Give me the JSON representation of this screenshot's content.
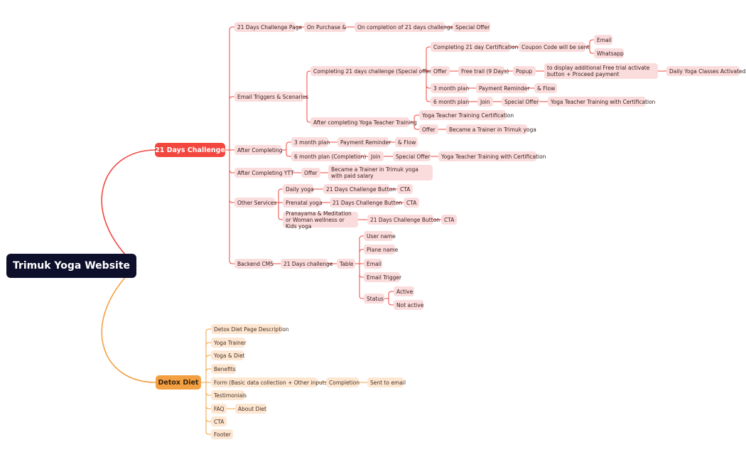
{
  "root": "Trimuk Yoga Website",
  "branch_challenge": "21 Days Challenge",
  "branch_detox": "Detox Diet",
  "n": {
    "c1": "21 Days Challenge Page",
    "c2": "On Purchase &",
    "c3": "On completion of 21 days challenge",
    "c4": "Special Offer",
    "e0": "Email Triggers & Scenarios",
    "e1": "Completing 21 days challenge (Special offer)",
    "e2": "Completing 21 day Certification",
    "e3": "Coupon Code will be sent",
    "e4": "Email",
    "e5": "Whatsapp",
    "e6": "Offer",
    "e7": "Free trail (9 Days)",
    "e8": "Popup",
    "e9": "to display additional Free trial activate button + Proceed payment",
    "e10": "Daily Yoga Classes Activated",
    "e11": "3 month plan",
    "e12": "Payment Reminder",
    "e13": "& Flow",
    "e14": "6 month plan",
    "e15": "Join",
    "e16": "Special Offer",
    "e17": "Yoga Teacher Training with Certification",
    "e18": "After completing Yoga Teacher Training",
    "e19": "Yoga Teacher Training Certification",
    "e20": "Offer",
    "e21": "Became a Trainer in Trimuk yoga",
    "a0": "After Completing",
    "a1": "3 month plan",
    "a2": "Payment Reminder",
    "a3": "& Flow",
    "a4": "6 month plan (Completion)",
    "a5": "Join",
    "a6": "Special Offer",
    "a7": "Yoga Teacher Training with Certification",
    "y0": "After Completing YTT",
    "y1": "Offer",
    "y2": "Became a Trainer in Trimuk yoga with paid salary",
    "s0": "Other Services",
    "s1": "Daily yoga",
    "s2": "21 Days Challenge Button",
    "s3": "CTA",
    "s4": "Prenatal yoga",
    "s5": "21 Days Challenge Button",
    "s6": "CTA",
    "s7": "Pranayama & Meditation or Woman wellness or Kids yoga",
    "s8": "21 Days Challenge Button",
    "s9": "CTA",
    "b0": "Backend CMS",
    "b1": "21 Days challenge",
    "b2": "Table",
    "b3": "User name",
    "b4": "Plane name",
    "b5": "Email",
    "b6": "Email Trigger",
    "b7": "Status",
    "b8": "Active",
    "b9": "Not active",
    "d1": "Detox Diet Page Description",
    "d2": "Yoga Trainer",
    "d3": "Yoga & Diet",
    "d4": "Benefits",
    "d5": "Form (Basic data collection + Other inputs)",
    "d6": "Completion",
    "d7": "Sent to email",
    "d8": "Testimonials",
    "d9": "FAQ",
    "d10": "About Diet",
    "d11": "CTA",
    "d12": "Footer"
  },
  "colors": {
    "root_bg": "#0d0f2b",
    "challenge_accent": "#f2473f",
    "detox_accent": "#f2a042",
    "challenge_node_bg": "#fbdcdc",
    "detox_node_bg": "#fde7d3"
  }
}
